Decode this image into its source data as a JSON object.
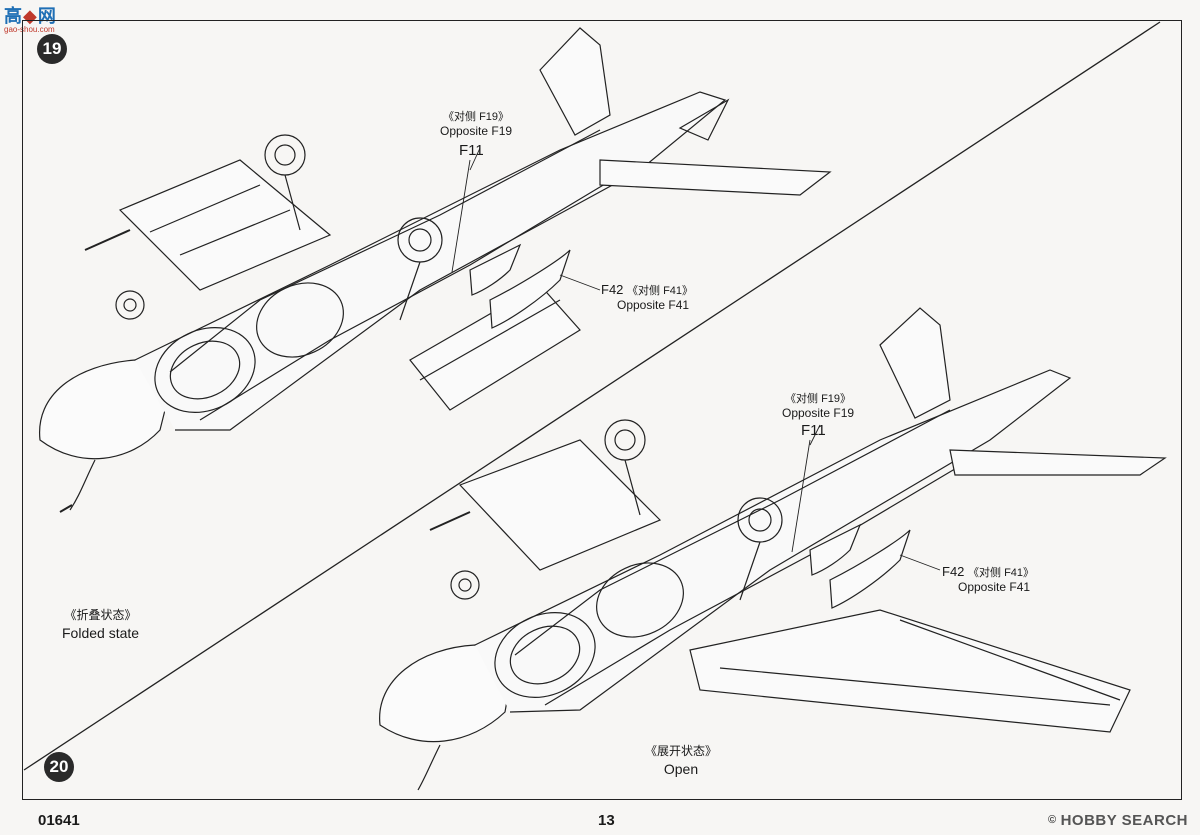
{
  "header": {
    "logo_text": "高",
    "logo_text_2": "网",
    "logo_url": "gao-shou.com"
  },
  "steps": {
    "step_19": "19",
    "step_20": "20"
  },
  "top_view": {
    "callout_f19": {
      "cn": "《对侧 F19》",
      "en": "Opposite F19"
    },
    "part_f11": "F11",
    "callout_f42": {
      "id": "F42",
      "cn": "《对侧 F41》",
      "en": "Opposite F41"
    }
  },
  "bottom_view": {
    "callout_f19": {
      "cn": "《对侧 F19》",
      "en": "Opposite F19"
    },
    "part_f11": "F11",
    "callout_f42": {
      "id": "F42",
      "cn": "《对侧 F41》",
      "en": "Opposite F41"
    }
  },
  "states": {
    "folded": {
      "cn": "《折叠状态》",
      "en": "Folded state"
    },
    "open": {
      "cn": "《展开状态》",
      "en": "Open"
    }
  },
  "footer": {
    "product_code": "01641",
    "page_number": "13"
  },
  "watermark": {
    "copyright": "©",
    "brand": "HOBBY SEARCH"
  },
  "colors": {
    "line": "#222222",
    "paper": "#f7f6f4",
    "step_badge": "#2a2a2a"
  }
}
